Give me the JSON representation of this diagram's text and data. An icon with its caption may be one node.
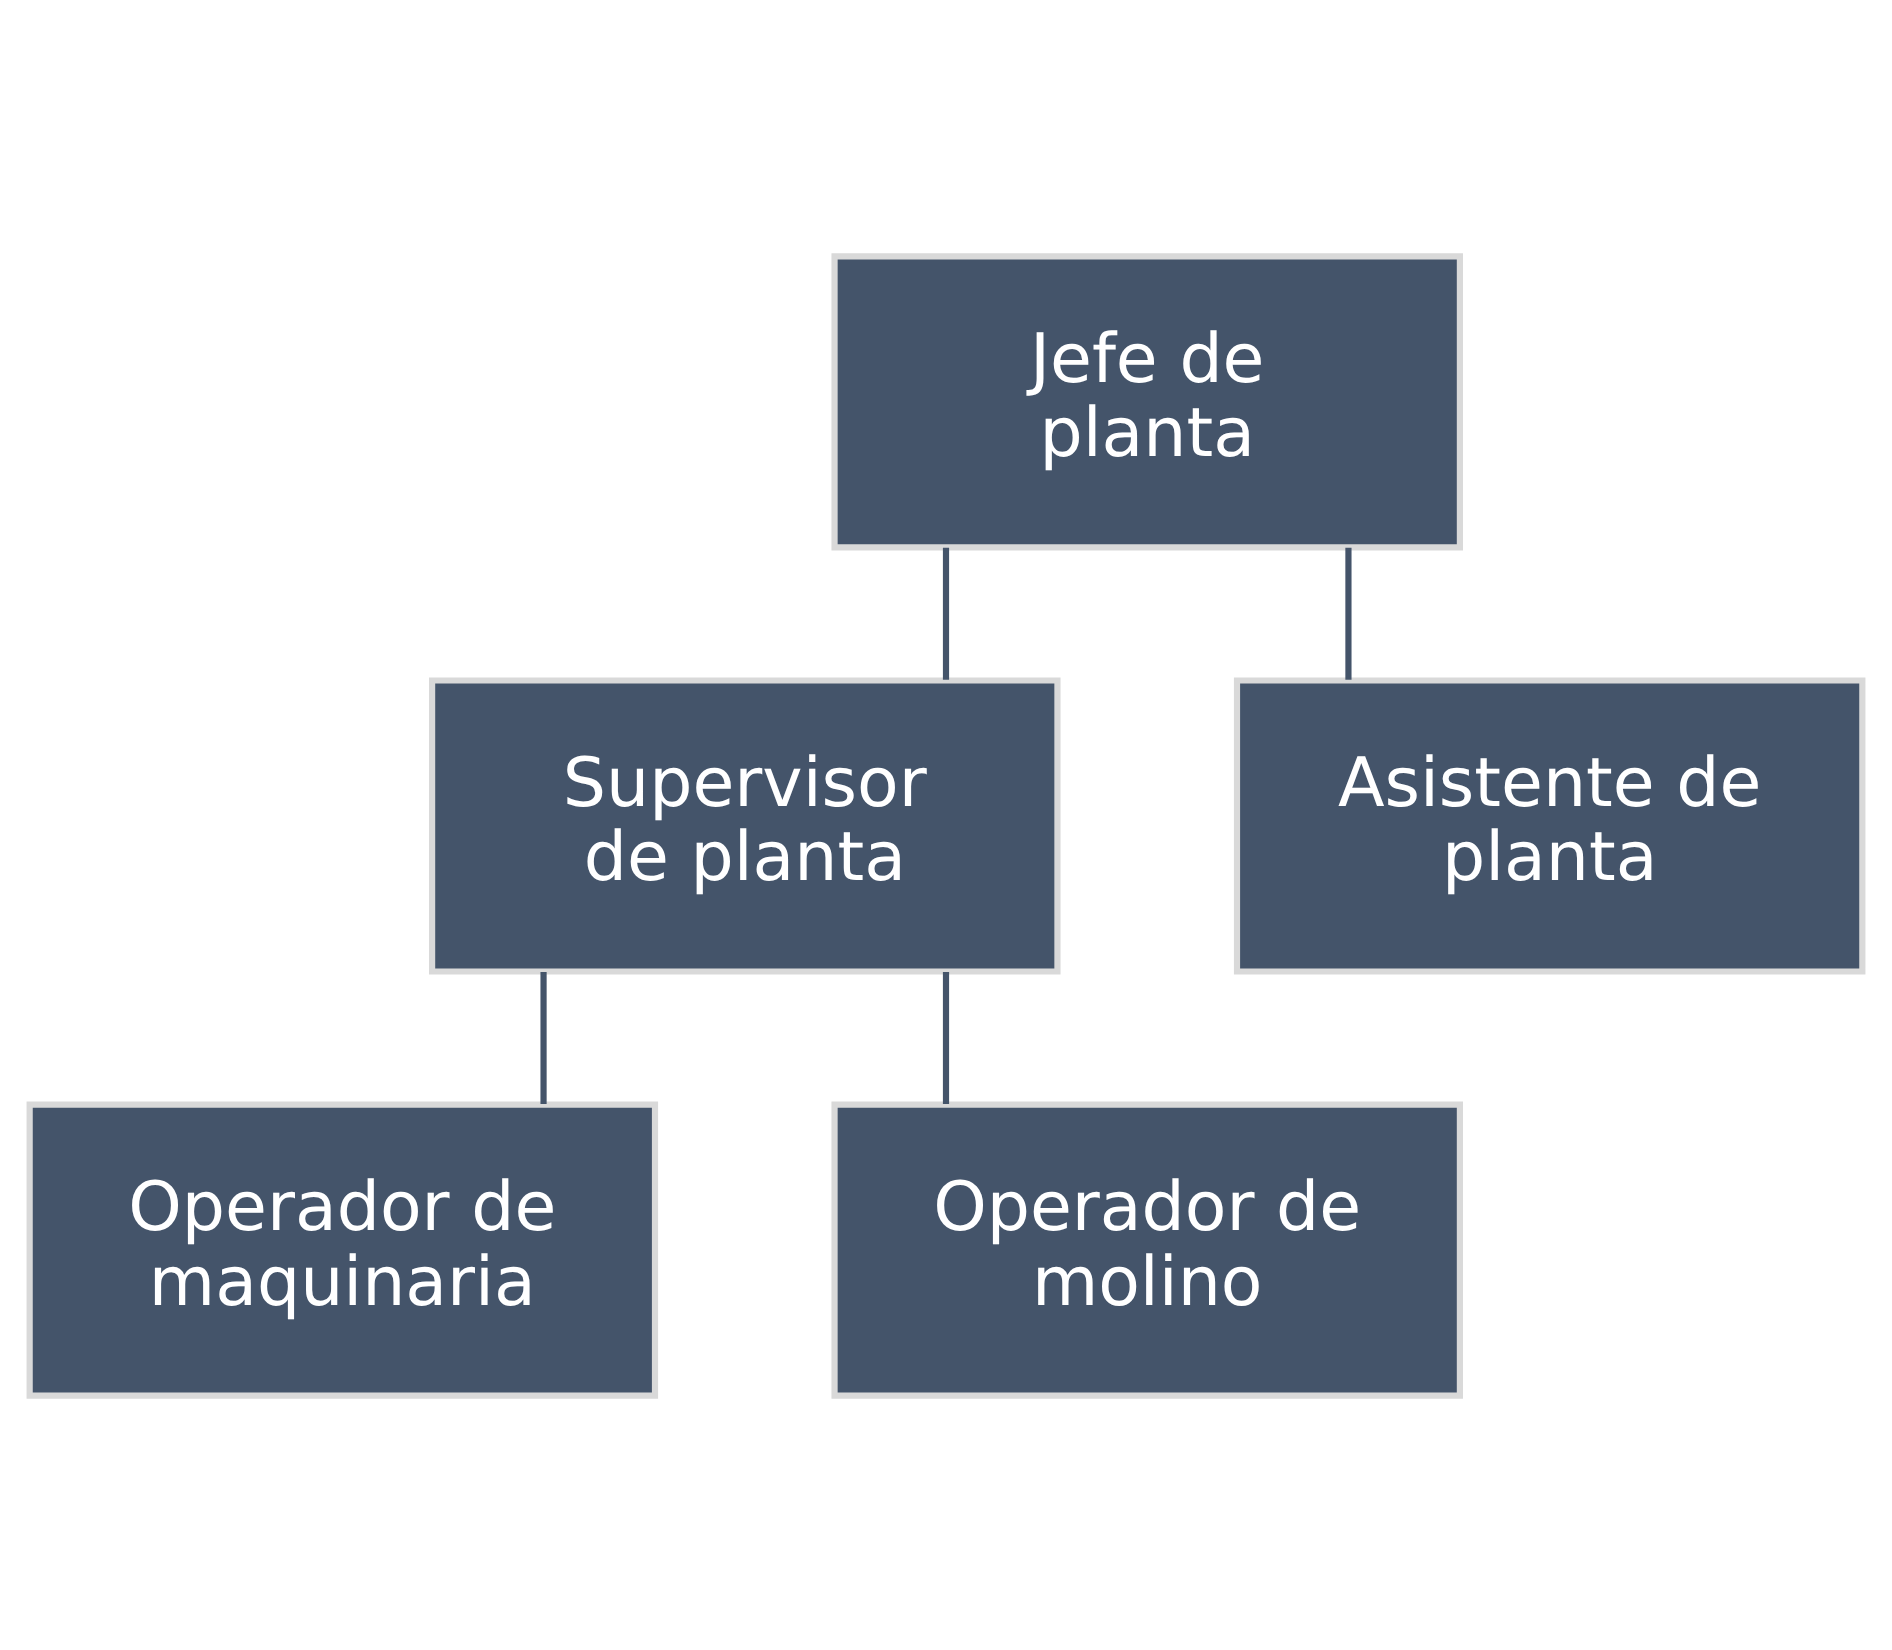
{
  "diagram": {
    "nodes": [
      {
        "text": [
          "Jefe de planta"
        ]
      },
      {
        "text": [
          "Supervisor de planta"
        ]
      },
      {
        "text": [
          "Asistente de planta"
        ]
      },
      {
        "text": [
          "Operador de maquinaria"
        ]
      },
      {
        "text": [
          "Operador de molino"
        ]
      }
    ],
    "edges": [
      {
        "from": 0,
        "to": 1,
        "arrow": "none"
      },
      {
        "from": 0,
        "to": 2,
        "arrow": "none"
      },
      {
        "from": 1,
        "to": 3,
        "arrow": "none"
      },
      {
        "from": 1,
        "to": 4,
        "arrow": "none"
      }
    ]
  }
}
